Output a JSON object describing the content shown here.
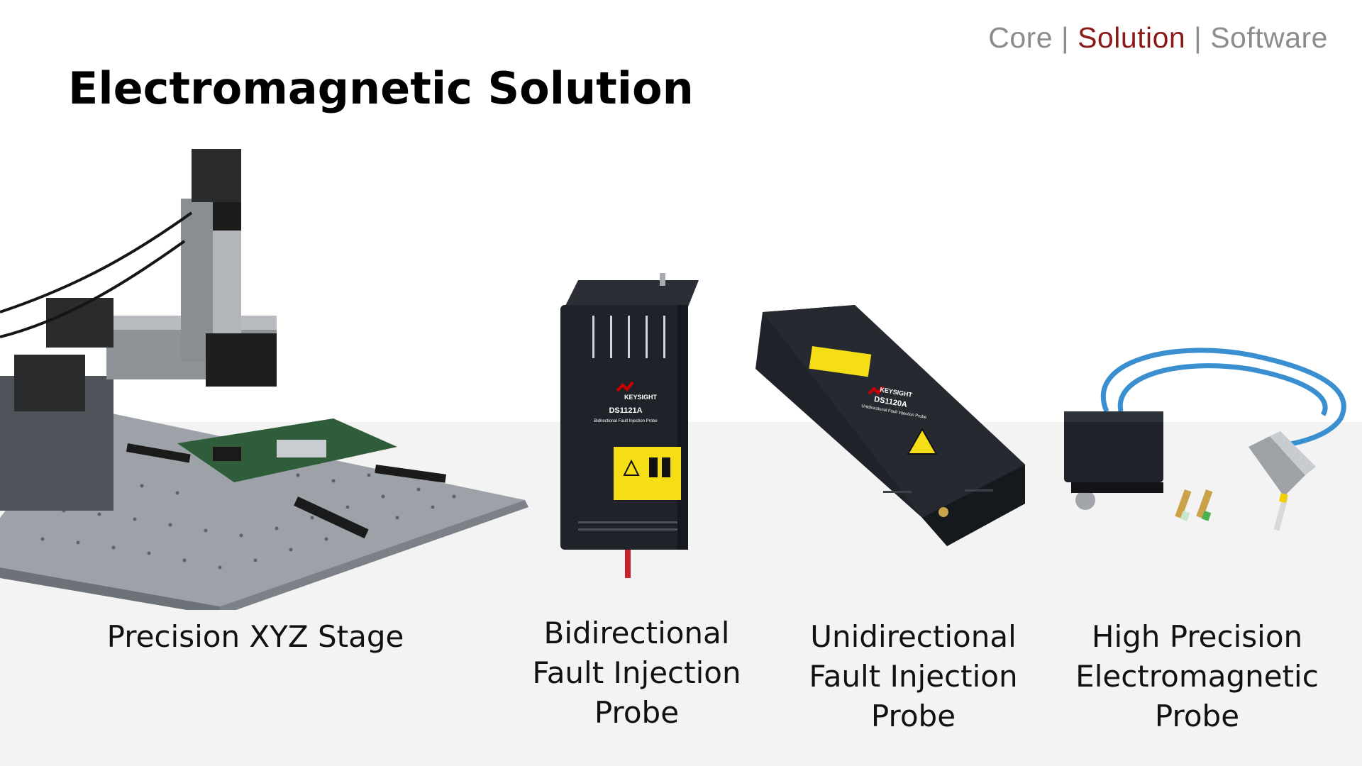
{
  "nav": {
    "items": [
      {
        "label": "Core",
        "active": false
      },
      {
        "label": "Solution",
        "active": true
      },
      {
        "label": "Software",
        "active": false
      }
    ],
    "separator": "|"
  },
  "page": {
    "title": "Electromagnetic Solution"
  },
  "brand": {
    "name": "KEYSIGHT",
    "accent": "#cc0000",
    "active_nav_color": "#8b1a1a"
  },
  "products": [
    {
      "caption": "Precision XYZ Stage",
      "icon": "xyz-stage-image"
    },
    {
      "caption": "Bidirectional Fault Injection Probe",
      "model": "DS1121A",
      "subtitle": "Bidirectional Fault Injection Probe",
      "icon": "bidirectional-probe-image"
    },
    {
      "caption": "Unidirectional Fault Injection Probe",
      "model": "DS1120A",
      "subtitle": "Unidirectional Fault Injection Probe",
      "icon": "unidirectional-probe-image"
    },
    {
      "caption": "High Precision Electromagnetic Probe",
      "icon": "em-probe-image"
    }
  ]
}
